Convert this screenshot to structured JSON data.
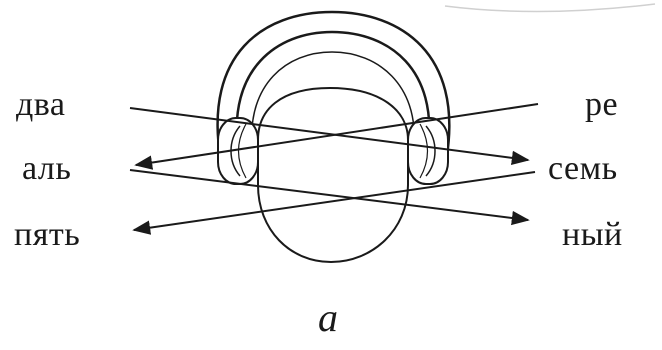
{
  "words": {
    "left": [
      "два",
      "аль",
      "пять"
    ],
    "right": [
      "ре",
      "семь",
      "ный"
    ]
  },
  "caption": "а",
  "colors": {
    "ink": "#1a1a1a",
    "background": "#ffffff"
  }
}
